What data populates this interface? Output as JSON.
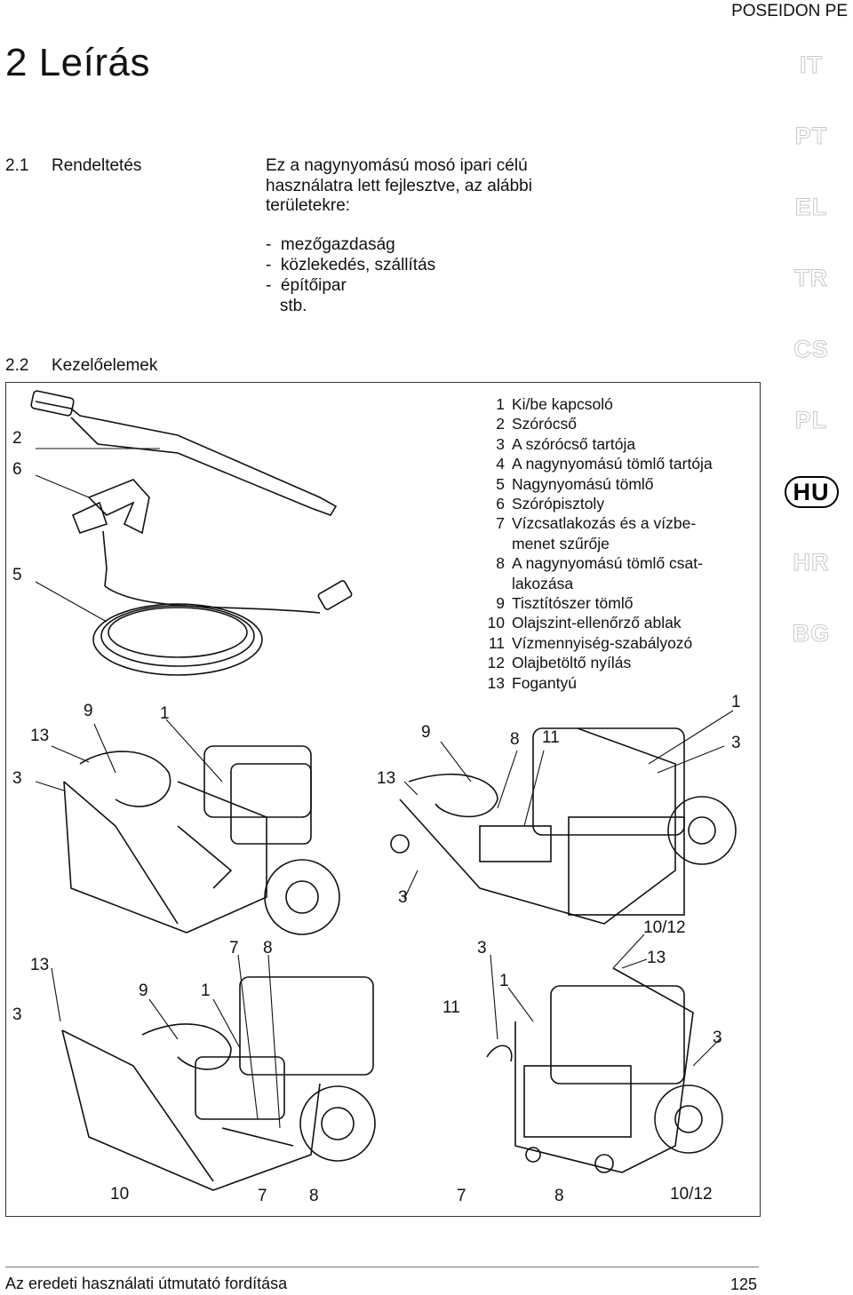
{
  "header": {
    "brand": "POSEIDON PE",
    "title": "2  Leírás"
  },
  "section_1": {
    "number": "2.1",
    "title": "Rendeltetés",
    "intro": "Ez a nagynyomású mosó ipari célú használatra lett fejlesztve, az alábbi területekre:",
    "uses": [
      "-  mezőgazdaság",
      "-  közlekedés, szállítás",
      "-  építőipar",
      "   stb."
    ]
  },
  "section_2": {
    "number": "2.2",
    "title": "Kezelőelemek"
  },
  "languages": [
    {
      "code": "IT",
      "active": false
    },
    {
      "code": "PT",
      "active": false
    },
    {
      "code": "EL",
      "active": false
    },
    {
      "code": "TR",
      "active": false
    },
    {
      "code": "CS",
      "active": false
    },
    {
      "code": "PL",
      "active": false
    },
    {
      "code": "HU",
      "active": true
    },
    {
      "code": "HR",
      "active": false
    },
    {
      "code": "BG",
      "active": false
    }
  ],
  "parts": [
    {
      "num": "1",
      "label": "Ki/be kapcsoló"
    },
    {
      "num": "2",
      "label": "Szórócső"
    },
    {
      "num": "3",
      "label": "A szórócső tartója"
    },
    {
      "num": "4",
      "label": "A nagynyomású tömlő tartója"
    },
    {
      "num": "5",
      "label": "Nagynyomású tömlő"
    },
    {
      "num": "6",
      "label": "Szórópisztoly"
    },
    {
      "num": "7",
      "label": "Vízcsatlakozás és a vízbe-",
      "cont": "menet szűrője"
    },
    {
      "num": "8",
      "label": "A nagynyomású tömlő csat-",
      "cont": "lakozása"
    },
    {
      "num": "9",
      "label": "Tisztítószer tömlő"
    },
    {
      "num": "10",
      "label": "Olajszint-ellenőrző ablak"
    },
    {
      "num": "11",
      "label": "Vízmennyiség-szabályozó"
    },
    {
      "num": "12",
      "label": "Olajbetöltő nyílás"
    },
    {
      "num": "13",
      "label": "Fogantyú"
    }
  ],
  "callouts": {
    "lance": [
      "2",
      "6",
      "5"
    ],
    "tl": [
      "13",
      "9",
      "1",
      "3"
    ],
    "tr": [
      "9",
      "8",
      "11",
      "1",
      "3",
      "13",
      "3"
    ],
    "bl": [
      "13",
      "3",
      "9",
      "1",
      "7",
      "8",
      "10",
      "7",
      "8"
    ],
    "br": [
      "3",
      "11",
      "1",
      "10/12",
      "13",
      "3",
      "7",
      "8",
      "10/12"
    ]
  },
  "footer": {
    "text": "Az eredeti használati útmutató fordítása",
    "page": "125"
  }
}
